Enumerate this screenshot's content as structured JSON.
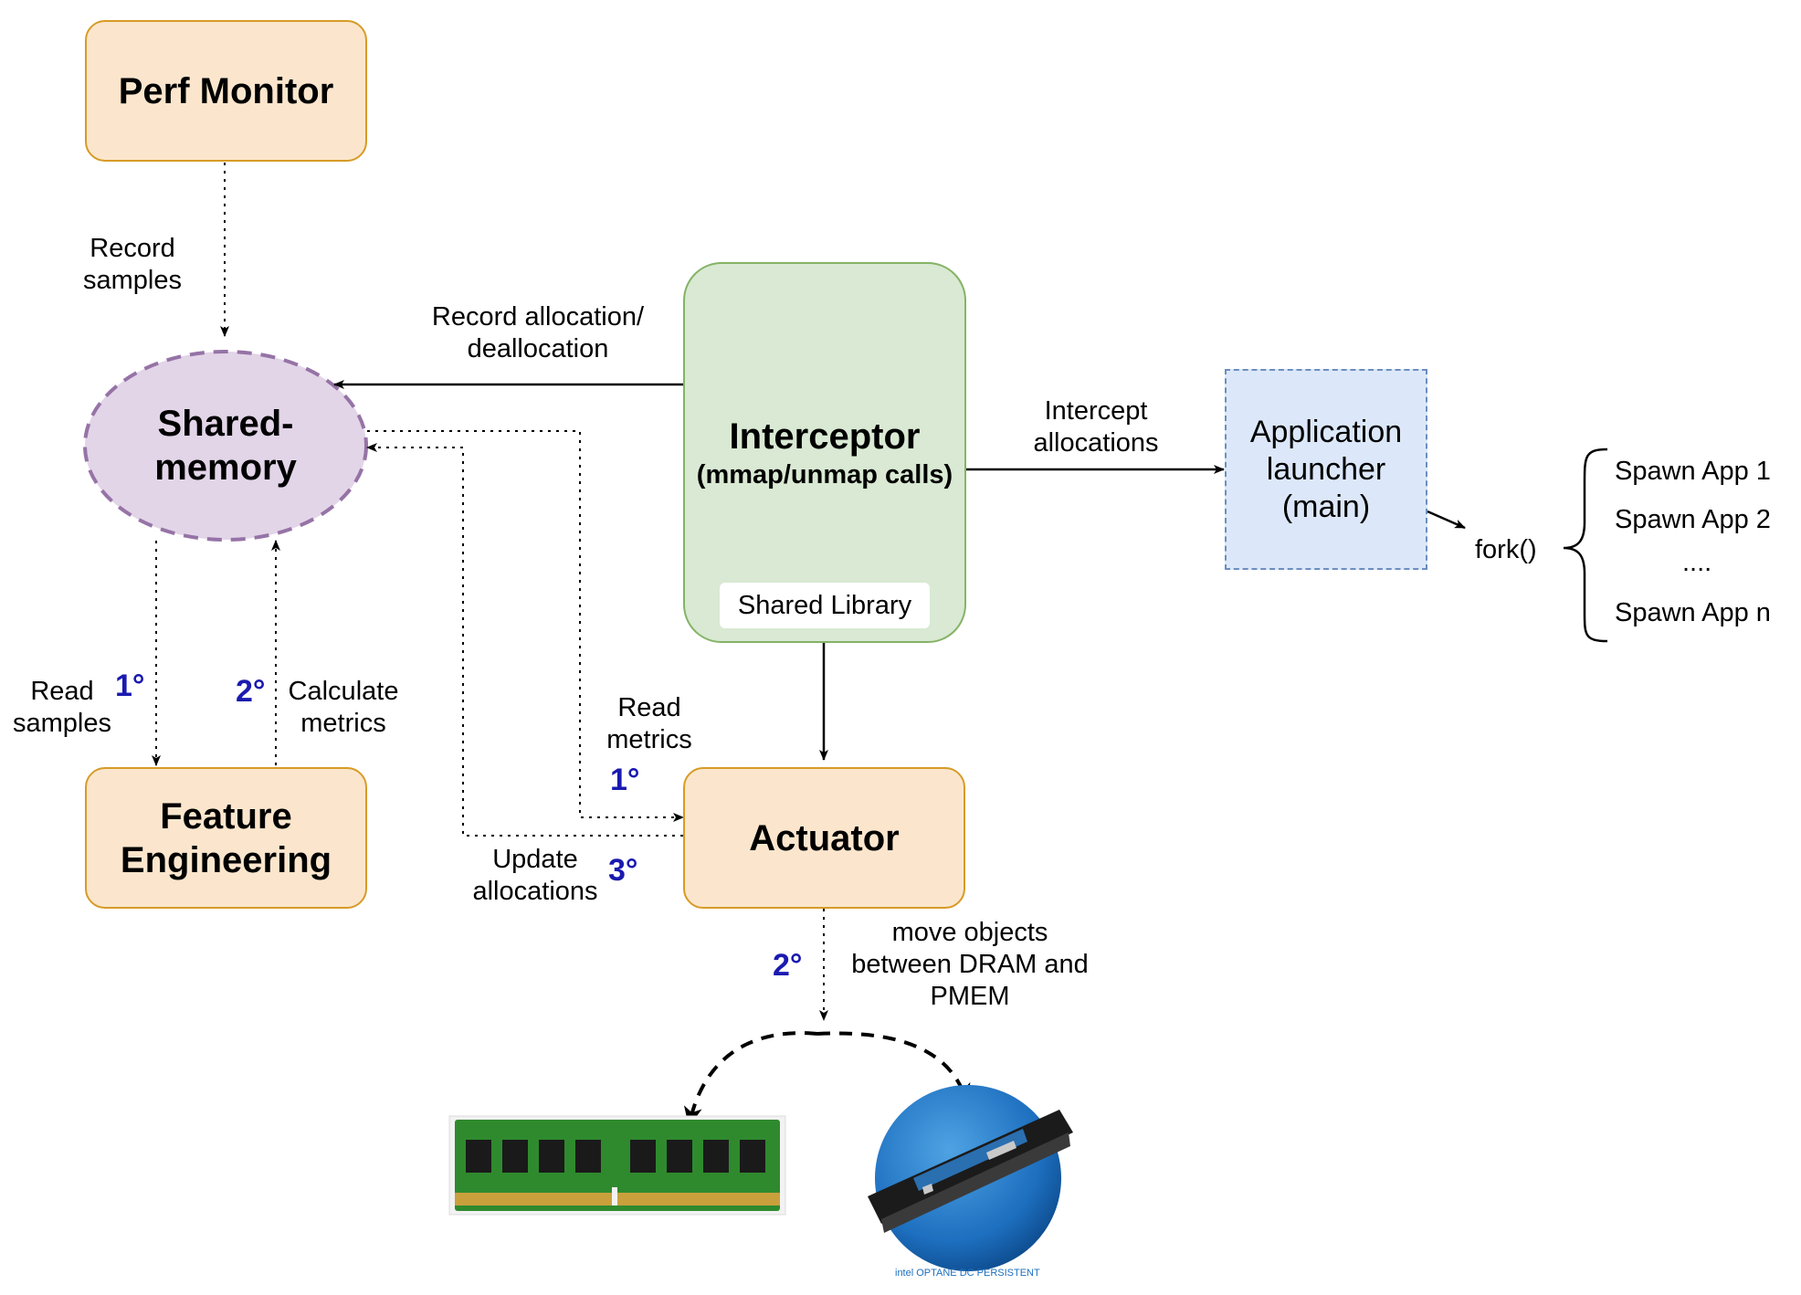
{
  "nodes": {
    "perf_monitor": "Perf Monitor",
    "shared_memory": [
      "Shared-",
      "memory"
    ],
    "feature_engineering": [
      "Feature",
      "Engineering"
    ],
    "interceptor": "Interceptor",
    "interceptor_sub": "(mmap/unmap calls)",
    "shared_library": "Shared Library",
    "actuator": "Actuator",
    "app_launcher": [
      "Application",
      "launcher",
      "(main)"
    ]
  },
  "edges": {
    "record_samples": [
      "Record",
      "samples"
    ],
    "record_alloc": [
      "Record allocation/",
      "deallocation"
    ],
    "intercept_alloc": [
      "Intercept",
      "allocations"
    ],
    "read_samples": [
      "Read",
      "samples"
    ],
    "calc_metrics": [
      "Calculate",
      "metrics"
    ],
    "read_metrics": [
      "Read",
      "metrics"
    ],
    "update_alloc": [
      "Update",
      "allocations"
    ],
    "move_objects": [
      "move objects",
      "between DRAM and",
      "PMEM"
    ]
  },
  "steps": {
    "fe_read": "1°",
    "fe_calc": "2°",
    "act_read": "1°",
    "act_update": "3°",
    "act_move": "2°"
  },
  "fork": {
    "label": "fork()",
    "items": [
      "Spawn App 1",
      "Spawn App 2",
      "....",
      "Spawn App n"
    ]
  },
  "optane_logo": "intel OPTANE DC PERSISTENT MEMORY",
  "colors": {
    "process_fill": "#fbe6cd",
    "process_border": "#d79b26",
    "shared_fill": "#e2d5e8",
    "shared_border": "#9673a6",
    "interceptor_fill": "#d9e9d3",
    "interceptor_border": "#84b366",
    "launcher_fill": "#dce8f9",
    "launcher_border": "#6c8ebf",
    "step_color": "#1a1ab0"
  }
}
